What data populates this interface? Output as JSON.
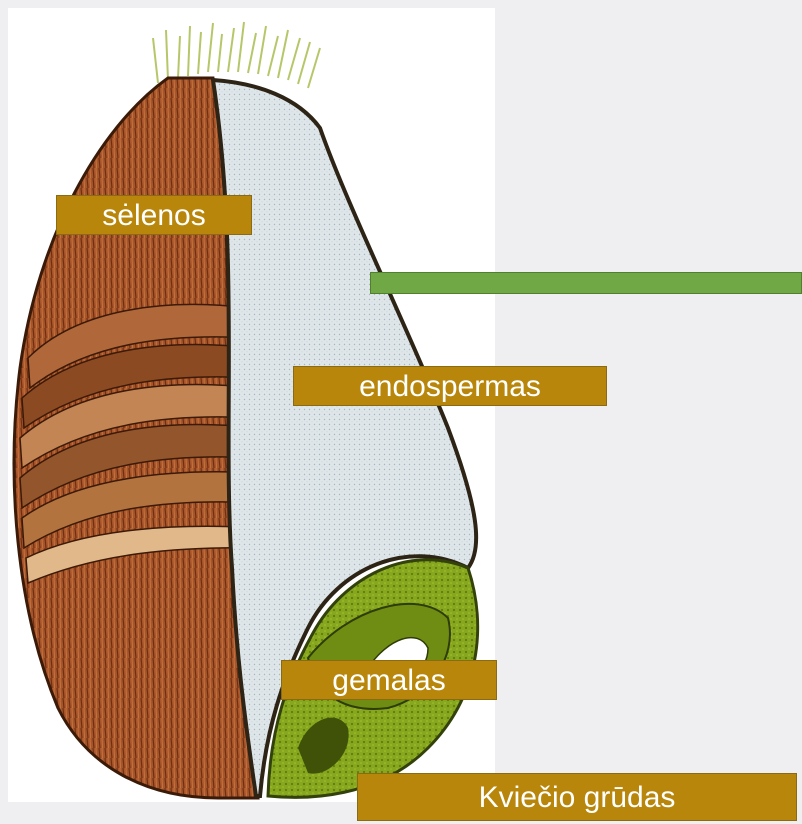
{
  "diagram": {
    "labels": {
      "bran": "sėlenos",
      "endosperm": "endospermas",
      "germ": "gemalas"
    },
    "caption": "Kviečio grūdas"
  },
  "colors": {
    "background": "#efeff1",
    "label_fill": "#b8860b",
    "label_text": "#ffffff",
    "answer_bar": "#70a845",
    "bran": "#a0522d",
    "endosperm": "#dfe6ea",
    "germ": "#7ea21a"
  },
  "answer_bar_text": ""
}
